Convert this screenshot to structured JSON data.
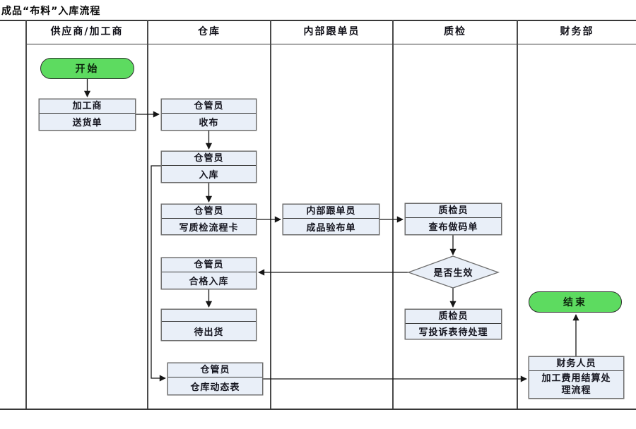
{
  "title": "成品“布料”入库流程",
  "lanes": [
    "供应商/加工商",
    "仓库",
    "内部跟单员",
    "质检",
    "财务部"
  ],
  "nodes": {
    "start": "开始",
    "end": "结束",
    "processor_delivery": {
      "header": "加工商",
      "body": "送货单"
    },
    "receive_fabric": {
      "header": "仓管员",
      "body": "收布"
    },
    "stock_in": {
      "header": "仓管员",
      "body": "入库"
    },
    "qc_process_card": {
      "header": "仓管员",
      "body": "写质检流程卡"
    },
    "finished_inspection": {
      "header": "内部跟单员",
      "body": "成品验布单"
    },
    "check_make_list": {
      "header": "质检员",
      "body": "查布做码单"
    },
    "decision": "是否生效",
    "qualified_stock_in": {
      "header": "仓管员",
      "body": "合格入库"
    },
    "await_shipment": {
      "header": "",
      "body": "待出货"
    },
    "complaint_form": {
      "header": "质检员",
      "body": "写投诉表待处理"
    },
    "warehouse_dynamic": {
      "header": "仓管员",
      "body": "仓库动态表"
    },
    "finance_settlement": {
      "header": "财务人员",
      "body": "加工费用结算处理流程"
    }
  },
  "colors": {
    "terminal_fill": "#5ddb60",
    "box_fill": "#e9eff8",
    "box_border": "#6e6e6e",
    "line": "#1a1a1a"
  }
}
